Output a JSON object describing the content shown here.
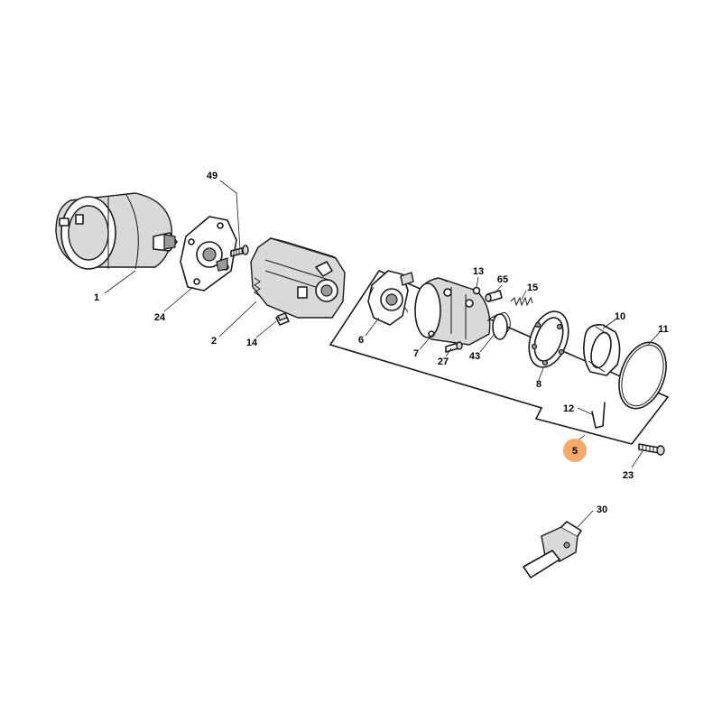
{
  "diagram": {
    "highlight_color": "#f5a86a",
    "text_color": "#000000",
    "line_color": "#1a1a1a",
    "callouts": [
      {
        "id": "c1",
        "label": "1",
        "highlighted": false
      },
      {
        "id": "c2",
        "label": "2",
        "highlighted": false
      },
      {
        "id": "c5",
        "label": "5",
        "highlighted": true
      },
      {
        "id": "c6",
        "label": "6",
        "highlighted": false
      },
      {
        "id": "c7",
        "label": "7",
        "highlighted": false
      },
      {
        "id": "c8",
        "label": "8",
        "highlighted": false
      },
      {
        "id": "c10",
        "label": "10",
        "highlighted": false
      },
      {
        "id": "c11",
        "label": "11",
        "highlighted": false
      },
      {
        "id": "c12",
        "label": "12",
        "highlighted": false
      },
      {
        "id": "c13",
        "label": "13",
        "highlighted": false
      },
      {
        "id": "c14",
        "label": "14",
        "highlighted": false
      },
      {
        "id": "c15",
        "label": "15",
        "highlighted": false
      },
      {
        "id": "c23",
        "label": "23",
        "highlighted": false
      },
      {
        "id": "c24",
        "label": "24",
        "highlighted": false
      },
      {
        "id": "c27",
        "label": "27",
        "highlighted": false
      },
      {
        "id": "c30",
        "label": "30",
        "highlighted": false
      },
      {
        "id": "c43",
        "label": "43",
        "highlighted": false
      },
      {
        "id": "c49",
        "label": "49",
        "highlighted": false
      },
      {
        "id": "c65",
        "label": "65",
        "highlighted": false
      }
    ]
  }
}
